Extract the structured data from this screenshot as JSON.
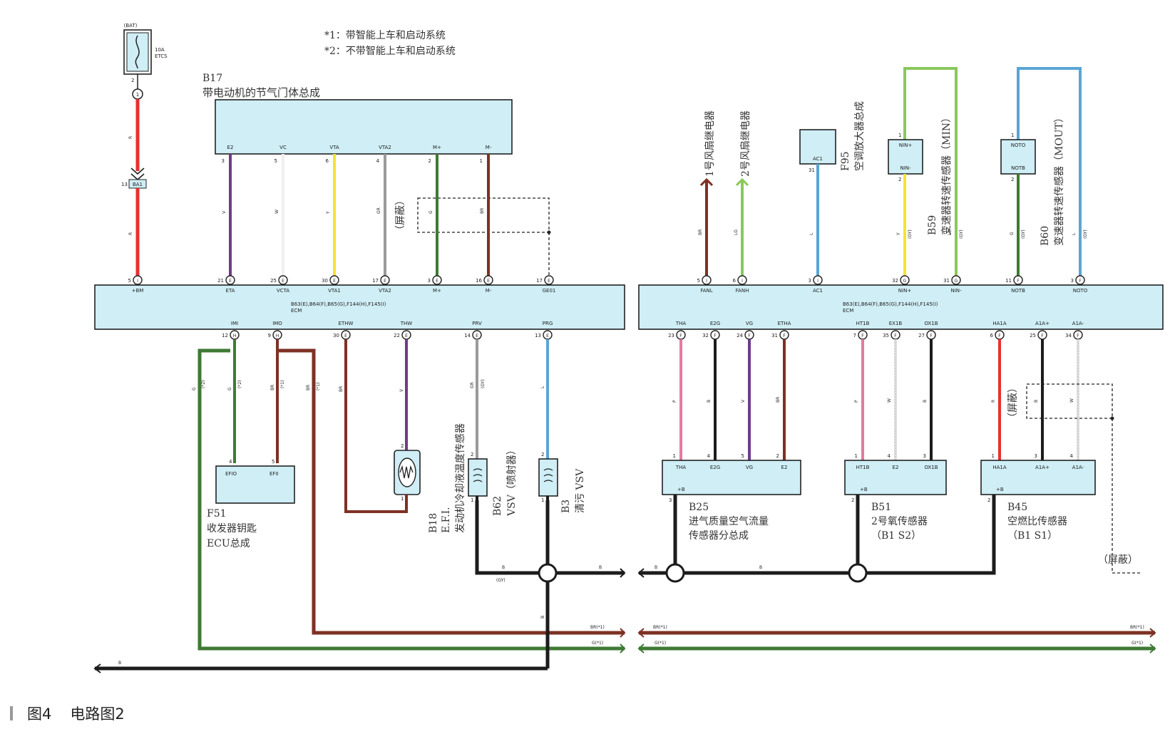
{
  "notes": {
    "note1": "*1：带智能上车和启动系统",
    "note2": "*2：不带智能上车和启动系统"
  },
  "caption": {
    "figure": "图4",
    "title": "电路图2"
  },
  "colors": {
    "ecu_fill": "#cfeef6",
    "box_fill": "#cfeef6",
    "R": "#e8312f",
    "V": "#6e3d88",
    "W": "#f0f0f0",
    "Y": "#f2e532",
    "GR": "#9a9a9a",
    "G": "#3f7a34",
    "BR": "#7d3124",
    "L": "#5aa5d5",
    "LG": "#8bc75c",
    "P": "#e57aa2",
    "B": "#1c1c1c"
  },
  "fuse": {
    "top": "(BAT)",
    "rating": "10A",
    "name": "ETCS",
    "pin": "2",
    "junction": "1",
    "conn_pin": "13",
    "conn_id": "BA1"
  },
  "ecu_left": {
    "title": "B63(E),B64(F),B65(G),F144(H),F145(I)",
    "sub": "ECM"
  },
  "ecu_right": {
    "title": "B63(E),B64(F),B65(G),F144(H),F145(I)",
    "sub": "ECM"
  },
  "left_top_pins": [
    {
      "name": "+BM",
      "num": "5",
      "conn": "I",
      "wire": "R"
    },
    {
      "name": "ETA",
      "num": "21",
      "conn": "E",
      "wire": "V"
    },
    {
      "name": "VCTA",
      "num": "25",
      "conn": "E",
      "wire": "W"
    },
    {
      "name": "VTA1",
      "num": "30",
      "conn": "E",
      "wire": "Y"
    },
    {
      "name": "VTA2",
      "num": "17",
      "conn": "E",
      "wire": "GR"
    },
    {
      "name": "M+",
      "num": "3",
      "conn": "E",
      "wire": "G"
    },
    {
      "name": "M-",
      "num": "16",
      "conn": "E",
      "wire": "BR"
    },
    {
      "name": "GE01",
      "num": "17",
      "conn": "E",
      "wire": ""
    }
  ],
  "left_bottom_pins": [
    {
      "name": "IMI",
      "num": "12",
      "conn": "H",
      "wire": "G"
    },
    {
      "name": "IMO",
      "num": "9",
      "conn": "H",
      "wire": "BR"
    },
    {
      "name": "ETHW",
      "num": "30",
      "conn": "E",
      "wire": "BR"
    },
    {
      "name": "THW",
      "num": "22",
      "conn": "E",
      "wire": "V"
    },
    {
      "name": "PRV",
      "num": "14",
      "conn": "E",
      "wire": "GR"
    },
    {
      "name": "PRG",
      "num": "13",
      "conn": "E",
      "wire": "L"
    }
  ],
  "right_top_pins": [
    {
      "name": "FANL",
      "num": "5",
      "conn": "I",
      "wire": "BR"
    },
    {
      "name": "FANH",
      "num": "6",
      "conn": "I",
      "wire": "LG"
    },
    {
      "name": "AC1",
      "num": "3",
      "conn": "I",
      "wire": "L"
    },
    {
      "name": "NIN+",
      "num": "32",
      "conn": "G",
      "wire": "Y"
    },
    {
      "name": "NIN-",
      "num": "31",
      "conn": "G",
      "wire": "LG"
    },
    {
      "name": "NOTB",
      "num": "11",
      "conn": "F",
      "wire": "G"
    },
    {
      "name": "NOTO",
      "num": "3",
      "conn": "F",
      "wire": "L"
    }
  ],
  "right_bottom_pins": [
    {
      "name": "THA",
      "num": "23",
      "conn": "F",
      "wire": "P"
    },
    {
      "name": "E2G",
      "num": "32",
      "conn": "F",
      "wire": "B"
    },
    {
      "name": "VG",
      "num": "24",
      "conn": "F",
      "wire": "V"
    },
    {
      "name": "ETHA",
      "num": "31",
      "conn": "F",
      "wire": "BR"
    },
    {
      "name": "HT1B",
      "num": "7",
      "conn": "F",
      "wire": "P"
    },
    {
      "name": "EX1B",
      "num": "35",
      "conn": "F",
      "wire": "W"
    },
    {
      "name": "OX1B",
      "num": "27",
      "conn": "F",
      "wire": "B"
    },
    {
      "name": "HA1A",
      "num": "6",
      "conn": "F",
      "wire": "R"
    },
    {
      "name": "A1A+",
      "num": "25",
      "conn": "F",
      "wire": "B"
    },
    {
      "name": "A1A-",
      "num": "34",
      "conn": "F",
      "wire": "W"
    }
  ],
  "throttle": {
    "id": "B17",
    "name": "带电动机的节气门体总成",
    "pins": [
      {
        "name": "E2",
        "num": "3"
      },
      {
        "name": "VC",
        "num": "5"
      },
      {
        "name": "VTA",
        "num": "6"
      },
      {
        "name": "VTA2",
        "num": "4"
      },
      {
        "name": "M+",
        "num": "2"
      },
      {
        "name": "M-",
        "num": "1"
      }
    ],
    "shield": "（屏蔽）"
  },
  "f51": {
    "id": "F51",
    "line1": "收发器钥匙",
    "line2": "ECU总成",
    "pin1": "EFIO",
    "pin2": "EFII",
    "num1": "4",
    "num2": "5",
    "tag1": "(*2)",
    "tag2": "(*2)",
    "tag3": "(*1)"
  },
  "b18": {
    "id": "B18",
    "line1": "E.F.I.",
    "line2": "发动机冷却液温度传感器",
    "num1": "2",
    "num2": "1"
  },
  "b62": {
    "id": "B62",
    "line1": "VSV（喷射器）",
    "num1": "2",
    "num2": "1",
    "tag": "(GY)"
  },
  "b3": {
    "id": "B3",
    "line1": "清污 VSV",
    "num1": "2",
    "num2": "1"
  },
  "fan1": "1号风扇继电器",
  "fan2": "2号风扇继电器",
  "f95": {
    "id": "F95",
    "name": "空调放大器总成",
    "pin": "AC1",
    "num": "31"
  },
  "b59": {
    "id": "B59",
    "name": "变速器转速传感器（MIN）",
    "pin1": "NIN+",
    "pin2": "NIN-",
    "num1": "1",
    "num2": "2",
    "tag": "(GY)"
  },
  "b60": {
    "id": "B60",
    "name": "变速器转速传感器（MOUT）",
    "pin1": "NOTO",
    "pin2": "NOTB",
    "num1": "1",
    "num2": "2",
    "tag": "(GY)"
  },
  "b25": {
    "id": "B25",
    "line1": "进气质量空气流量",
    "line2": "传感器分总成",
    "pins": [
      "THA",
      "E2G",
      "VG",
      "E2"
    ],
    "nums": [
      "1",
      "4",
      "5",
      "2"
    ],
    "gnd": "+B",
    "gnd_num": "3"
  },
  "b51": {
    "id": "B51",
    "line1": "2号氧传感器",
    "line2": "（B1 S2）",
    "pins": [
      "HT1B",
      "E2",
      "OX1B"
    ],
    "nums": [
      "1",
      "4",
      "3"
    ],
    "gnd": "+B",
    "gnd_num": "2"
  },
  "b45": {
    "id": "B45",
    "line1": "空燃比传感器",
    "line2": "（B1 S1）",
    "pins": [
      "HA1A",
      "A1A+",
      "A1A-"
    ],
    "nums": [
      "1",
      "3",
      "4"
    ],
    "gnd": "+B",
    "gnd_num": "2"
  },
  "shield_right": "（屏蔽）",
  "bus": {
    "b_label": "B",
    "gy_label": "(GY)",
    "br1": "BR(*1)",
    "g1": "G(*1)",
    "b_bottom": "B"
  }
}
